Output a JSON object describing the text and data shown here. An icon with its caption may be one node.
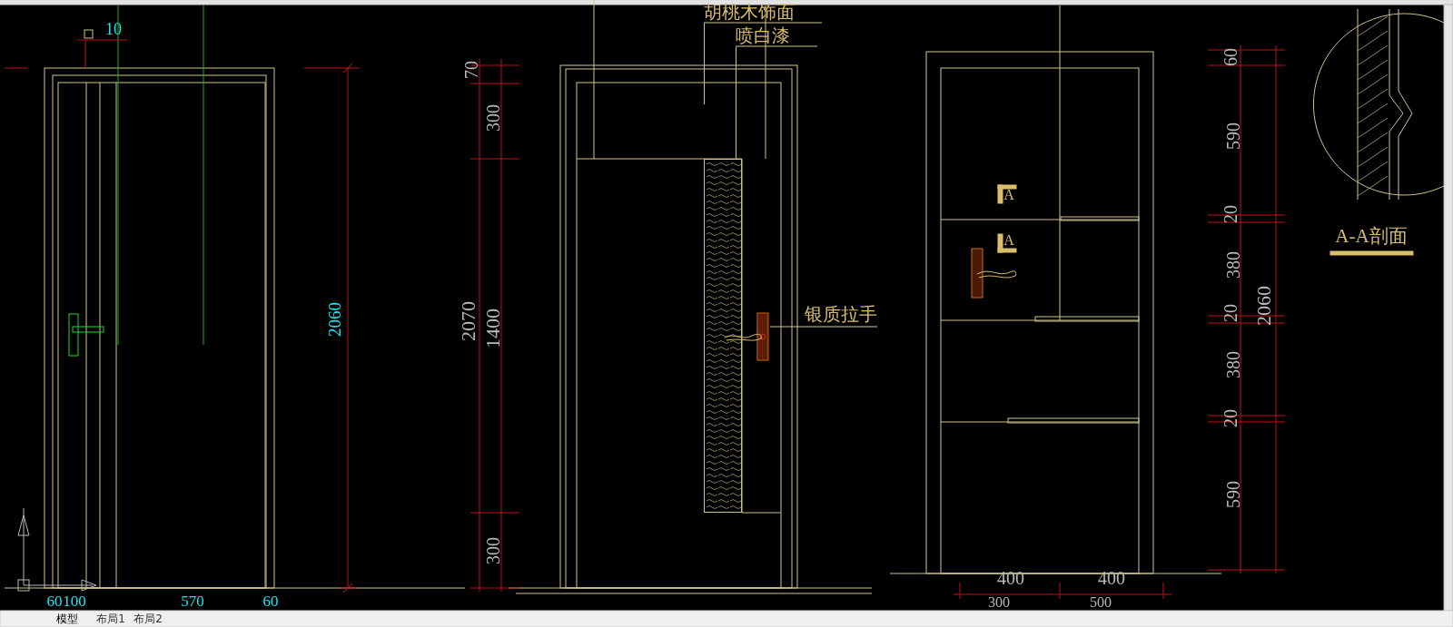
{
  "diagram": {
    "nodes": [
      {
        "text": [
          "胡桃木饰面"
        ]
      },
      {
        "text": [
          "喷白漆"
        ]
      },
      {
        "text": [],
        "shape": "box"
      },
      {
        "text": [
          "银质拉手"
        ]
      },
      {
        "text": [],
        "shape": "picture"
      }
    ],
    "edges": [
      {
        "from": 0,
        "to": null,
        "arrow": "none"
      },
      {
        "from": 1,
        "to": 2,
        "arrow": "none"
      },
      {
        "from": 3,
        "to": 4,
        "arrow": "none"
      }
    ],
    "labels": [
      "10",
      "2060",
      "60",
      "100",
      "570",
      "60",
      "70",
      "300",
      "2070",
      "1400",
      "300",
      "A",
      "A",
      "60",
      "590",
      "20",
      "380",
      "20",
      "380",
      "20",
      "590",
      "2060",
      "400",
      "400",
      "300",
      "500",
      "A-A剖面",
      "模型",
      "布局1",
      "布局2"
    ]
  }
}
